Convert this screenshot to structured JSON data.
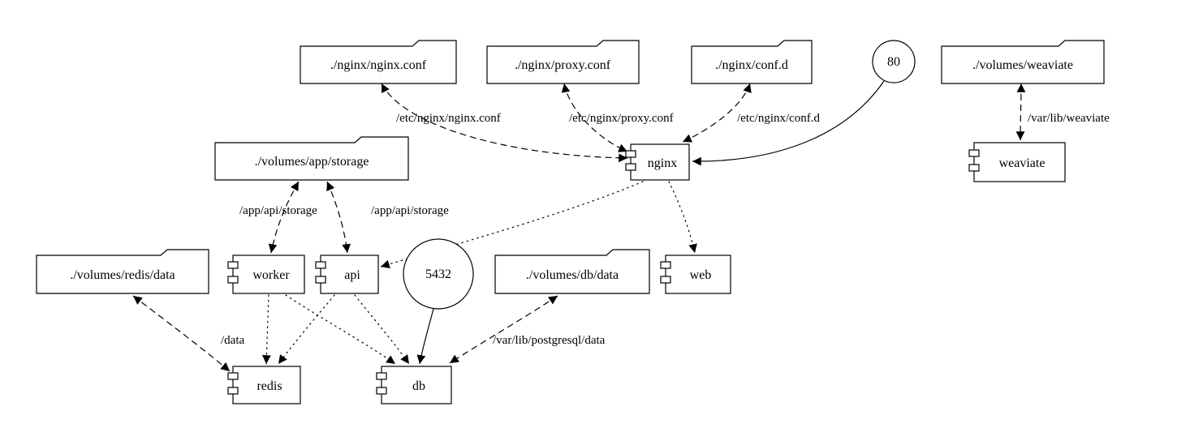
{
  "diagram": {
    "type": "docker-compose-graph",
    "colors": {
      "background": "#ffffff",
      "stroke": "#000000"
    },
    "nodes": {
      "nginx_conf": {
        "label": "./nginx/nginx.conf",
        "shape": "folder"
      },
      "proxy_conf": {
        "label": "./nginx/proxy.conf",
        "shape": "folder"
      },
      "conf_d": {
        "label": "./nginx/conf.d",
        "shape": "folder"
      },
      "port_80": {
        "label": "80",
        "shape": "circle"
      },
      "volumes_weaviate": {
        "label": "./volumes/weaviate",
        "shape": "folder"
      },
      "volumes_app_storage": {
        "label": "./volumes/app/storage",
        "shape": "folder"
      },
      "nginx": {
        "label": "nginx",
        "shape": "component"
      },
      "weaviate": {
        "label": "weaviate",
        "shape": "component"
      },
      "volumes_redis_data": {
        "label": "./volumes/redis/data",
        "shape": "folder"
      },
      "worker": {
        "label": "worker",
        "shape": "component"
      },
      "api": {
        "label": "api",
        "shape": "component"
      },
      "port_5432": {
        "label": "5432",
        "shape": "circle"
      },
      "volumes_db_data": {
        "label": "./volumes/db/data",
        "shape": "folder"
      },
      "web": {
        "label": "web",
        "shape": "component"
      },
      "redis": {
        "label": "redis",
        "shape": "component"
      },
      "db": {
        "label": "db",
        "shape": "component"
      }
    },
    "edge_labels": {
      "nginx_conf_mount": "/etc/nginx/nginx.conf",
      "proxy_conf_mount": "/etc/nginx/proxy.conf",
      "conf_d_mount": "/etc/nginx/conf.d",
      "weaviate_mount": "/var/lib/weaviate",
      "worker_storage_mount": "/app/api/storage",
      "api_storage_mount": "/app/api/storage",
      "redis_mount": "/data",
      "db_mount": "/var/lib/postgresql/data"
    }
  }
}
